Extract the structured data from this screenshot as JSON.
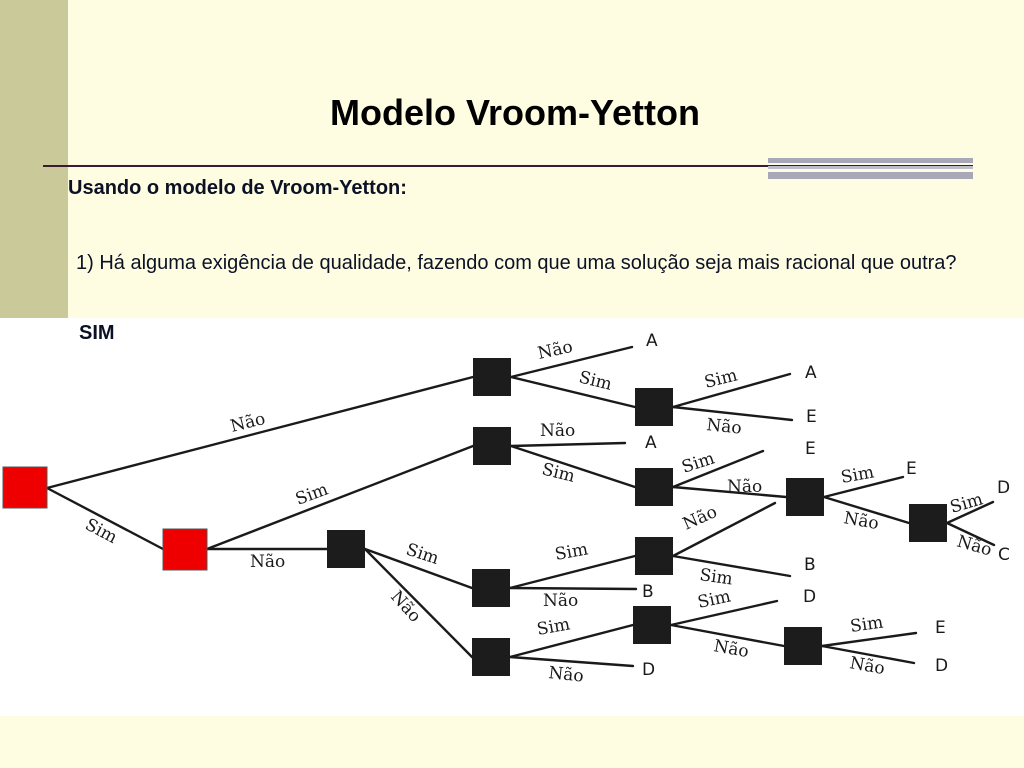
{
  "slide": {
    "title": "Modelo Vroom-Yetton",
    "subtitle": "Usando o modelo de Vroom-Yetton:",
    "question": "1) Há alguma exigência de qualidade, fazendo com que uma solução seja mais racional que outra?",
    "answer": "SIM"
  },
  "colors": {
    "background": "#fffde1",
    "stripe": "#cac999",
    "highlight_node": "#ee0000",
    "node": "#1c1c1c"
  },
  "diagram": {
    "labels": {
      "nao": "Não",
      "sim": "Sim"
    },
    "outcomes": {
      "a": "A",
      "b": "B",
      "c": "C",
      "d": "D",
      "e": "E"
    }
  }
}
